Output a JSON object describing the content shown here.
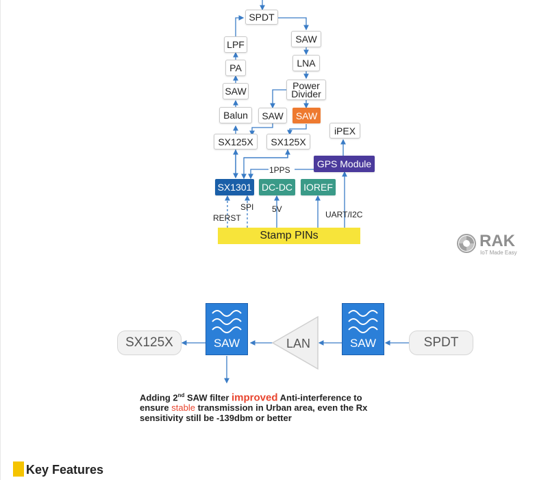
{
  "diagram": {
    "boxes": {
      "spdt": "SPDT",
      "lpf": "LPF",
      "pa": "PA",
      "saw_tx": "SAW",
      "balun": "Balun",
      "sx125x_left": "SX125X",
      "saw_rx1": "SAW",
      "lna": "LNA",
      "power_divider_line1": "Power",
      "power_divider_line2": "Divider",
      "saw_rx2": "SAW",
      "saw_orange": "SAW",
      "sx125x_right": "SX125X",
      "ipex": "iPEX",
      "gps_module": "GPS Module",
      "sx1301": "SX1301",
      "dc_dc": "DC-DC",
      "ioref": "IOREF"
    },
    "labels": {
      "pps": "1PPS",
      "spi": "SPI",
      "rerst": "RERST",
      "v5": "5V",
      "uart": "UART/I2C"
    },
    "stamp_pins": "Stamp PINs",
    "colors": {
      "sx1301": "#1a5fa8",
      "dc_dc": "#3a9a88",
      "ioref": "#3a9a88",
      "gps": "#4b3a9c",
      "saw_orange": "#ee7a30",
      "stamp": "#f7e43a",
      "arrow": "#3a7cc6"
    }
  },
  "logo": {
    "word": "RAK",
    "tagline": "IoT Made Easy"
  },
  "chain": {
    "sx125x": "SX125X",
    "saw_left": "SAW",
    "lan": "LAN",
    "saw_right": "SAW",
    "spdt": "SPDT"
  },
  "caption": {
    "p1": "Adding 2",
    "sup": "nd",
    "p2": " SAW filter ",
    "hl1": "improved",
    "p3": " Anti-interference to ensure ",
    "hl2": "stable",
    "p4": " transmission in Urban area, even the Rx sensitivity still be -139dbm or better"
  },
  "section": {
    "title": "Key Features"
  }
}
